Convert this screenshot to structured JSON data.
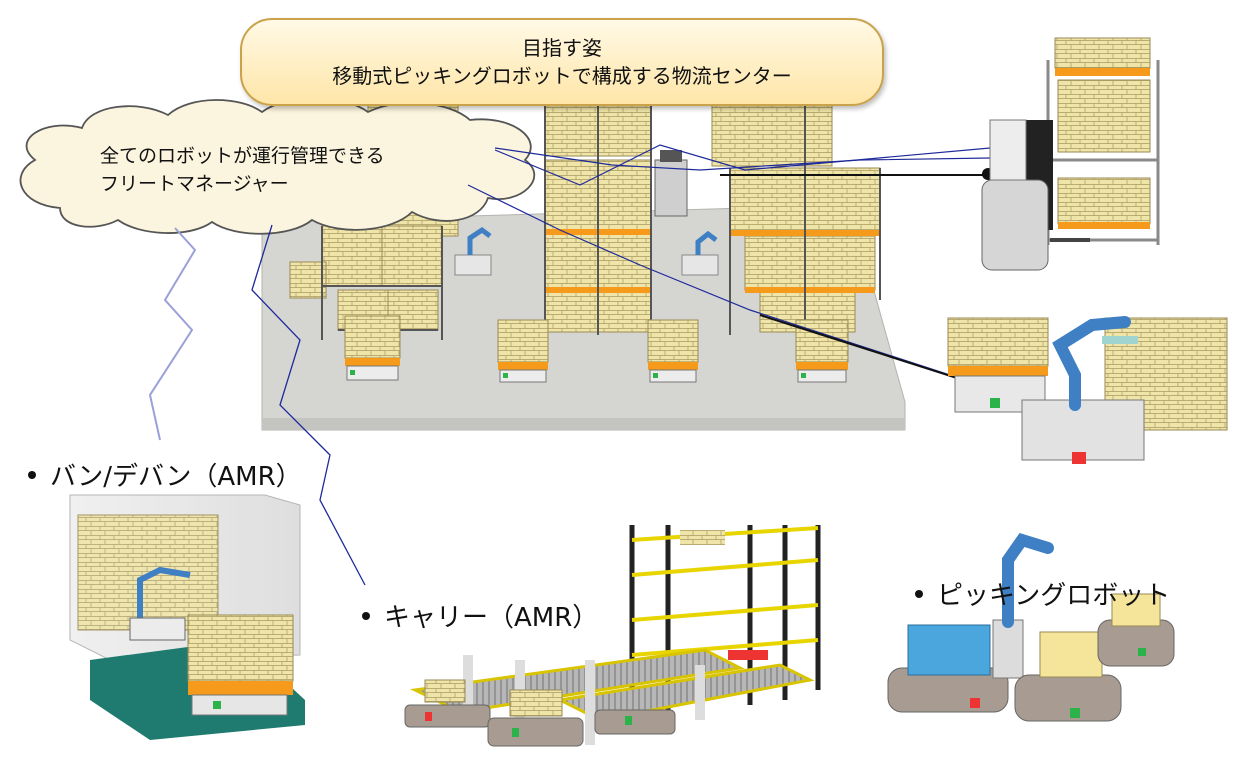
{
  "title": {
    "line1": "目指す姿",
    "line2": "移動式ピッキングロボットで構成する物流センター"
  },
  "cloud": {
    "line1": "全てのロボットが運行管理できる",
    "line2": "フリートマネージャー"
  },
  "labels": {
    "van": "バン/デバン（AMR）",
    "carrier": "キャリー（AMR）",
    "picking": "ピッキングロボット"
  },
  "colors": {
    "box": "#f0e5a8",
    "box_edge": "#9a8a55",
    "carrier_orange": "#f59a1a",
    "robot_blue": "#3f7fc4",
    "link_line": "#1e2a9a",
    "floor": "#d6d6d3"
  }
}
